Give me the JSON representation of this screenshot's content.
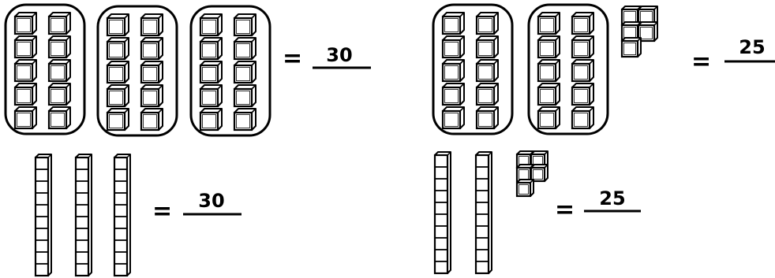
{
  "colors": {
    "ink": "#000000",
    "paper": "#ffffff"
  },
  "problems": [
    {
      "id": "left",
      "groups_of_ten": 3,
      "ones": 0,
      "equals_symbol": "=",
      "answer": "30"
    },
    {
      "id": "right",
      "groups_of_ten": 2,
      "ones": 5,
      "equals_symbol": "=",
      "answer": "25"
    }
  ]
}
